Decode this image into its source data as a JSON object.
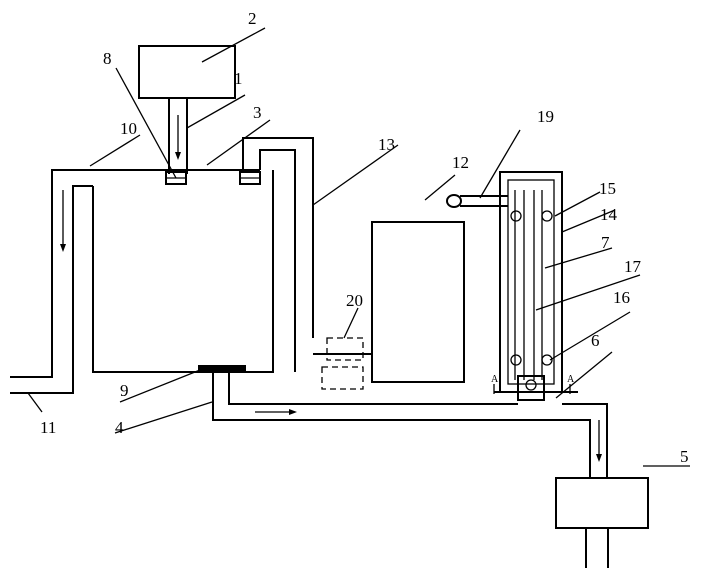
{
  "labels": {
    "n1": "1",
    "n2": "2",
    "n3": "3",
    "n4": "4",
    "n5": "5",
    "n6": "6",
    "n7": "7",
    "n8": "8",
    "n9": "9",
    "n10": "10",
    "n11": "11",
    "n12": "12",
    "n13": "13",
    "n14": "14",
    "n15": "15",
    "n16": "16",
    "n17": "17",
    "n19": "19",
    "n20": "20",
    "sectionA": "A"
  }
}
